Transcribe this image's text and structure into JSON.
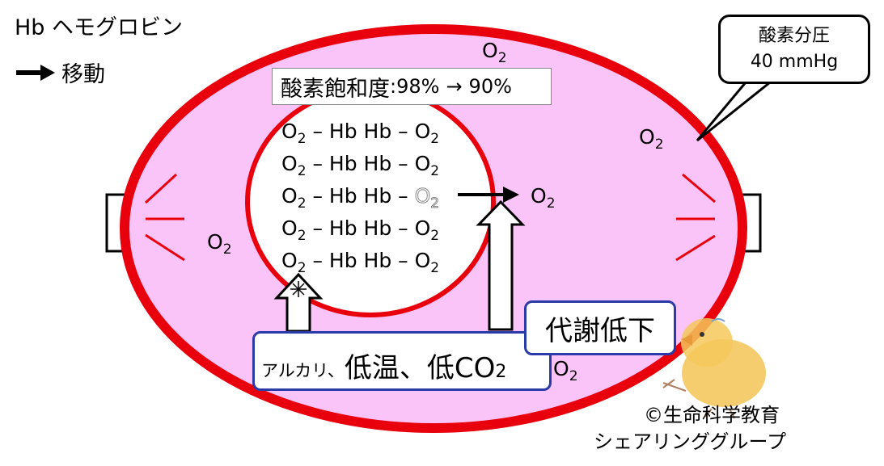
{
  "legend": {
    "hb_abbrev": "Hb",
    "hb_name": "ヘモグロビン",
    "arrow_meaning": "移動"
  },
  "saturation": {
    "label": "酸素飽和度",
    "sep": ":",
    "value_before": "98%",
    "arrow": "→",
    "value_after": "90%"
  },
  "callout": {
    "title": "酸素分圧",
    "value": "40 mmHg"
  },
  "hb_rows": [
    {
      "left_o": "O",
      "left_sub": "2",
      "mid": "– Hb Hb –",
      "right_o": "O",
      "right_sub": "2"
    },
    {
      "left_o": "O",
      "left_sub": "2",
      "mid": "– Hb Hb –",
      "right_o": "O",
      "right_sub": "2"
    },
    {
      "left_o": "O",
      "left_sub": "2",
      "mid": "– Hb Hb –",
      "right_o": "O",
      "right_sub": "2"
    },
    {
      "left_o": "O",
      "left_sub": "2",
      "mid": "– Hb Hb –",
      "right_o": "O",
      "right_sub": "2"
    },
    {
      "left_o": "O",
      "left_sub": "2",
      "mid": "– Hb Hb –",
      "right_o": "O",
      "right_sub": "2"
    }
  ],
  "free_o2": {
    "o": "O",
    "sub": "2"
  },
  "factors": {
    "alkali": "アルカリ、",
    "low_temp": "低温、",
    "low_co2": "低CO",
    "co2_sub": "2",
    "metabolism": "代謝低下"
  },
  "copyright": {
    "line1": "©生命科学教育",
    "line2": "シェアリンググループ"
  },
  "colors": {
    "cell_fill": "#fbc4f8",
    "cell_border": "#e8000d",
    "box_border": "#2a3aa8",
    "chick": "#f2c04a"
  }
}
